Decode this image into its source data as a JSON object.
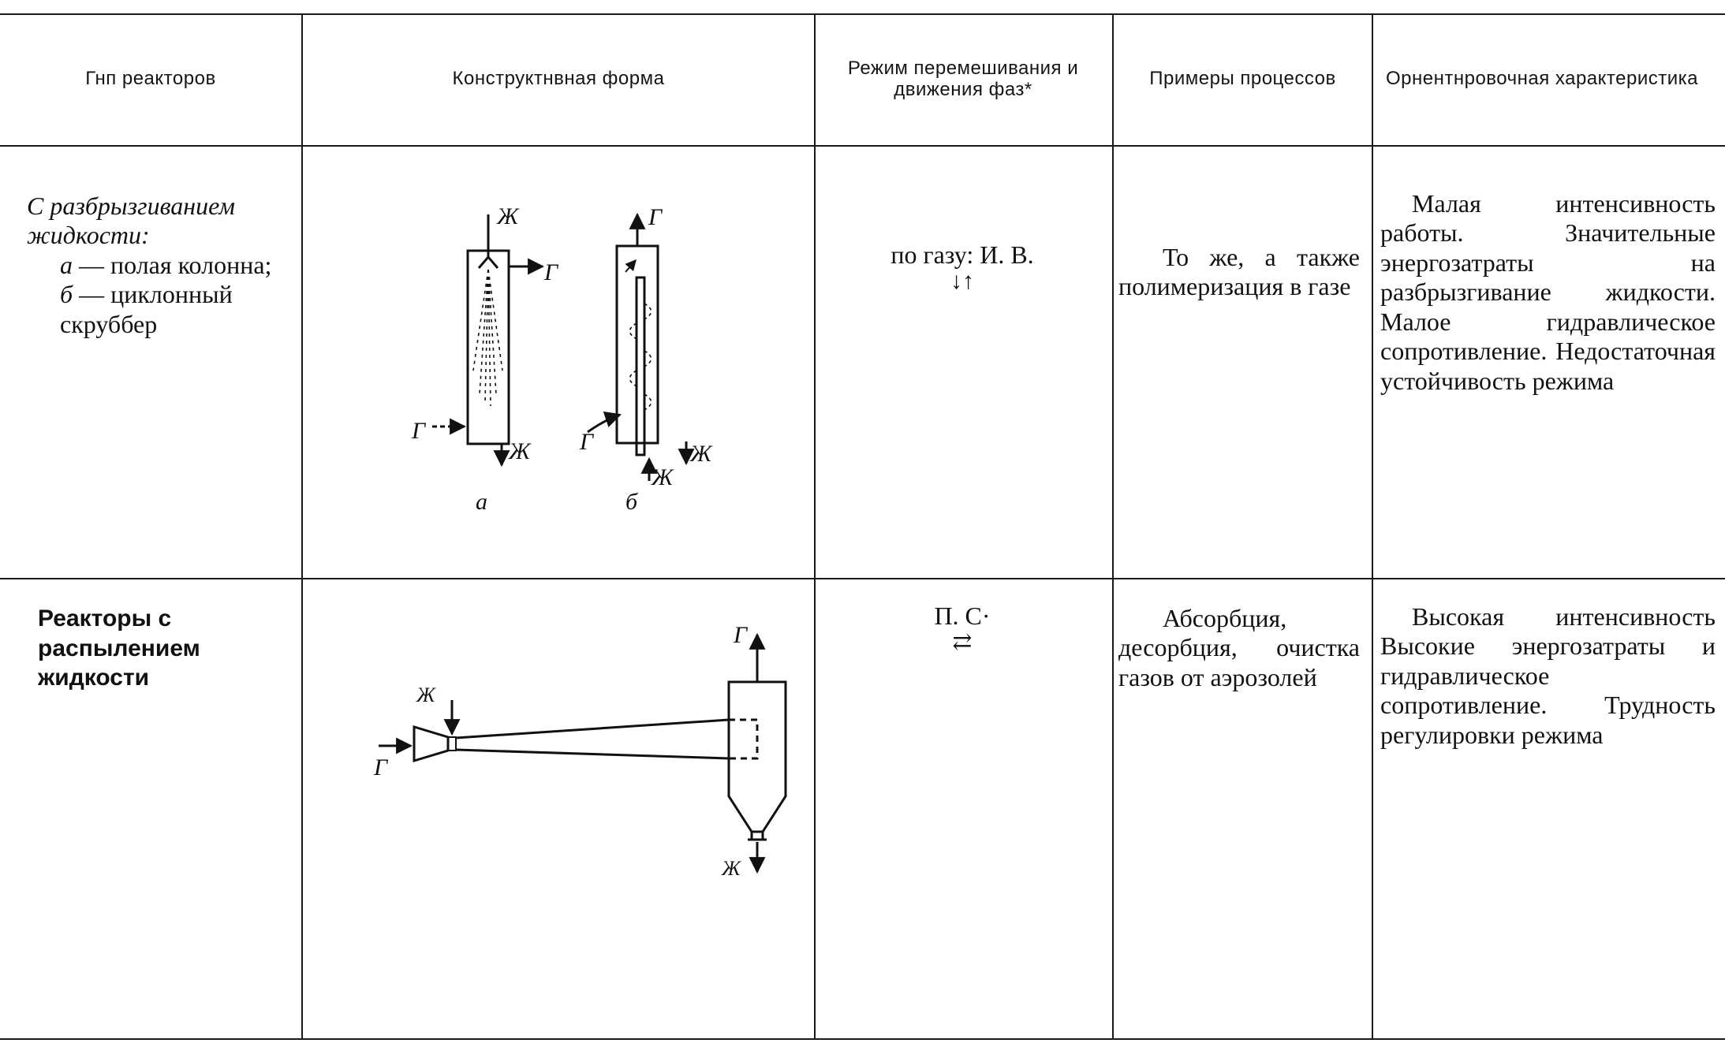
{
  "table": {
    "headers": [
      "Гнп реакторов",
      "Конструктнвная форма",
      "Режим перемешивания и движения фаз*",
      "Примеры процессов",
      "Орнентнровочная характеристика"
    ],
    "rows": [
      {
        "type_title": "С разбрызгиванием жидкости",
        "type_title_suffix": ":",
        "type_item_a_letter": "а",
        "type_item_a_text": "— полая колонна;",
        "type_item_b_letter": "б",
        "type_item_b_text": "— циклонный скруббер",
        "figure": {
          "label_a": "а",
          "label_b": "б",
          "liquid": "Ж",
          "gas": "Г"
        },
        "mode_text": "по газу: И. В.",
        "mode_symbol": "↓↑",
        "examples": "То же, а также полимеризация в газе",
        "characteristic": "Малая интенсивность работы. Значительные энергозатраты на разбрызгивание жидкости. Малое гидравлическое сопротивление. Недостаточная устойчивость режима"
      },
      {
        "type_title": "Реакторы с распылением жидкости",
        "figure": {
          "liquid": "Ж",
          "gas": "Г"
        },
        "mode_text": "П. С·",
        "mode_symbol": "⇄",
        "examples": "Абсорбция, десорбция, очистка газов от аэрозолей",
        "characteristic": "Высокая интенсивность Высокие энергозатраты и гидравлическое сопротивление. Трудность регулировки режима"
      }
    ]
  }
}
